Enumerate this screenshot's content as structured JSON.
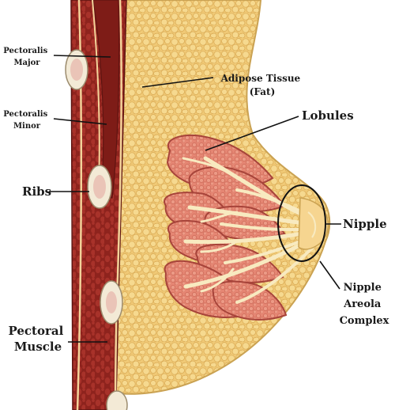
{
  "labels": {
    "pectoralis_major": [
      "Pectoralis",
      "Major"
    ],
    "pectoralis_minor": [
      "Pectoralis",
      "Minor"
    ],
    "ribs": "Ribs",
    "pectoral_muscle": [
      "Pectoral",
      "Muscle"
    ],
    "adipose_tissue": [
      "Adipose Tissue",
      "(Fat)"
    ],
    "lobules": "Lobules",
    "nipple": "Nipple",
    "nipple_areola_complex": [
      "Nipple",
      "Areola",
      "Complex"
    ]
  },
  "colors": {
    "muscle_dark": "#7a1f1b",
    "muscle": "#9b2a22",
    "rib_bone": "#f3ead6",
    "fat": "#f0c976",
    "fat_light": "#f7dea0",
    "lobule": "#e07a68",
    "lobule_dark": "#b74b3e",
    "duct": "#f8eac0",
    "leader": "#111111"
  }
}
